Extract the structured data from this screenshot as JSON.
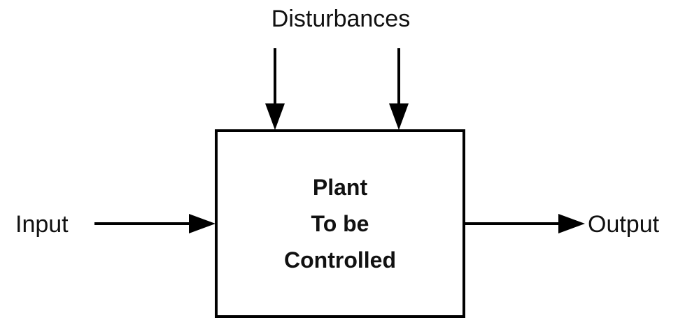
{
  "diagram": {
    "disturbances_label": "Disturbances",
    "input_label": "Input",
    "output_label": "Output",
    "plant": {
      "line1": "Plant",
      "line2": "To be",
      "line3": "Controlled"
    }
  }
}
